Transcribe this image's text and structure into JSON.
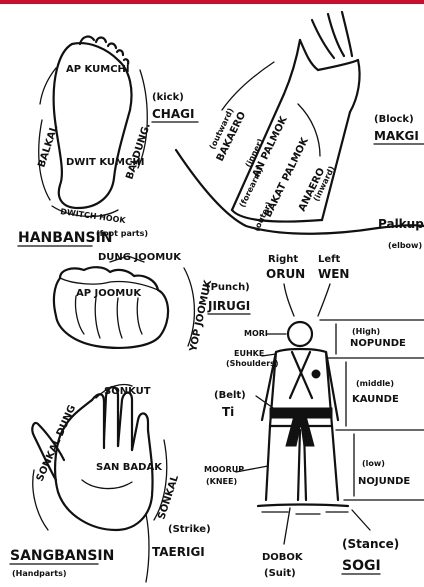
{
  "colors": {
    "accent_bar": "#c8102e",
    "ink": "#111111"
  },
  "foot": {
    "ap_kumchi": "AP KUMCHI",
    "balkal": "BALKAL",
    "baldung": "BALDUNG.",
    "dwit_kumchi": "DWIT KUMCHI",
    "dwitch_hook": "DWITCH HOOK",
    "section_title": "HANBANSIN",
    "section_note": "(foot parts)"
  },
  "kick": {
    "note": "(kick)",
    "term": "CHAGI"
  },
  "arm": {
    "outward": "(outward)",
    "bakaero": "BAKAERO",
    "inner": "(inner)",
    "an_palmok": "AN PALMOK",
    "forearm": "(forearm)",
    "outer": "(outer)",
    "bakat_palmok": "BAKAT PALMOK",
    "anaero": "ANAERO",
    "inward": "(inward)"
  },
  "block": {
    "note": "(Block)",
    "term": "MAKGI"
  },
  "elbow": {
    "term": "Palkup",
    "note": "(elbow)"
  },
  "fist": {
    "dung_joomuk": "DUNG JOOMUK",
    "ap_joomuk": "AP JOOMUK",
    "yop_joomuk": "YOP JOOMUK"
  },
  "punch": {
    "note": "(Punch)",
    "term": "JIRUGI"
  },
  "sides": {
    "right_label": "Right",
    "right_term": "ORUN",
    "left_label": "Left",
    "left_term": "WEN"
  },
  "figure": {
    "mori": "MORI",
    "eulkke": "EUHKE",
    "shoulders": "(Shoulders)",
    "belt_note": "(Belt)",
    "belt_term": "Ti",
    "moorup": "MOORUP",
    "knee": "(KNEE)"
  },
  "levels": {
    "high_note": "(High)",
    "high_term": "NOPUNDE",
    "middle_note": "(middle)",
    "middle_term": "KAUNDE",
    "low_note": "(low)",
    "low_term": "NOJUNDE"
  },
  "hand": {
    "sonkut": "SONKUT",
    "sonkal_dung": "SONKAL DUNG",
    "san_badak": "SAN BADAK",
    "sonkal": "SONKAL",
    "section_title": "SANGBANSIN",
    "section_note": "(Handparts)"
  },
  "strike": {
    "note": "(Strike)",
    "term": "TAERIGI"
  },
  "dobok": {
    "term": "DOBOK",
    "note": "(Suit)"
  },
  "stance": {
    "note": "(Stance)",
    "term": "SOGI"
  }
}
